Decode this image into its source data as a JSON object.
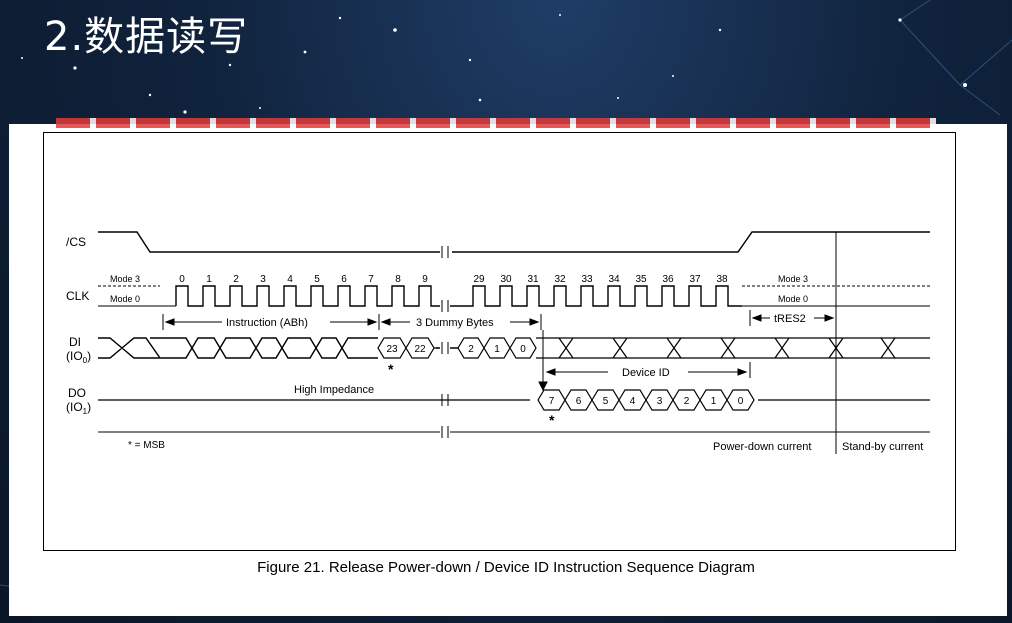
{
  "slide": {
    "title": "2.数据读写"
  },
  "figure": {
    "caption": "Figure 21. Release Power-down / Device ID Instruction Sequence Diagram"
  },
  "signals": {
    "cs": "/CS",
    "clk": "CLK",
    "di": "DI",
    "di_sub_pre": "(IO",
    "di_sub": "0",
    "do": "DO",
    "do_sub": "1",
    "sub_post": ")"
  },
  "modes": {
    "mode3": "Mode 3",
    "mode0": "Mode 0"
  },
  "clock_ticks_a": [
    "0",
    "1",
    "2",
    "3",
    "4",
    "5",
    "6",
    "7",
    "8",
    "9"
  ],
  "clock_ticks_b": [
    "29",
    "30",
    "31",
    "32",
    "33",
    "34",
    "35",
    "36",
    "37",
    "38"
  ],
  "spans": {
    "instruction": "Instruction (ABh)",
    "dummy": "3 Dummy Bytes",
    "tres2": "tRES2",
    "device_id": "Device ID"
  },
  "di_bits_a": [
    "23",
    "22"
  ],
  "di_bits_b": [
    "2",
    "1",
    "0"
  ],
  "do_bits": [
    "7",
    "6",
    "5",
    "4",
    "3",
    "2",
    "1",
    "0"
  ],
  "labels": {
    "high_impedance": "High Impedance",
    "msb_star": "*",
    "msb_note": "* = MSB",
    "power_down": "Power-down current",
    "standby": "Stand-by current"
  }
}
